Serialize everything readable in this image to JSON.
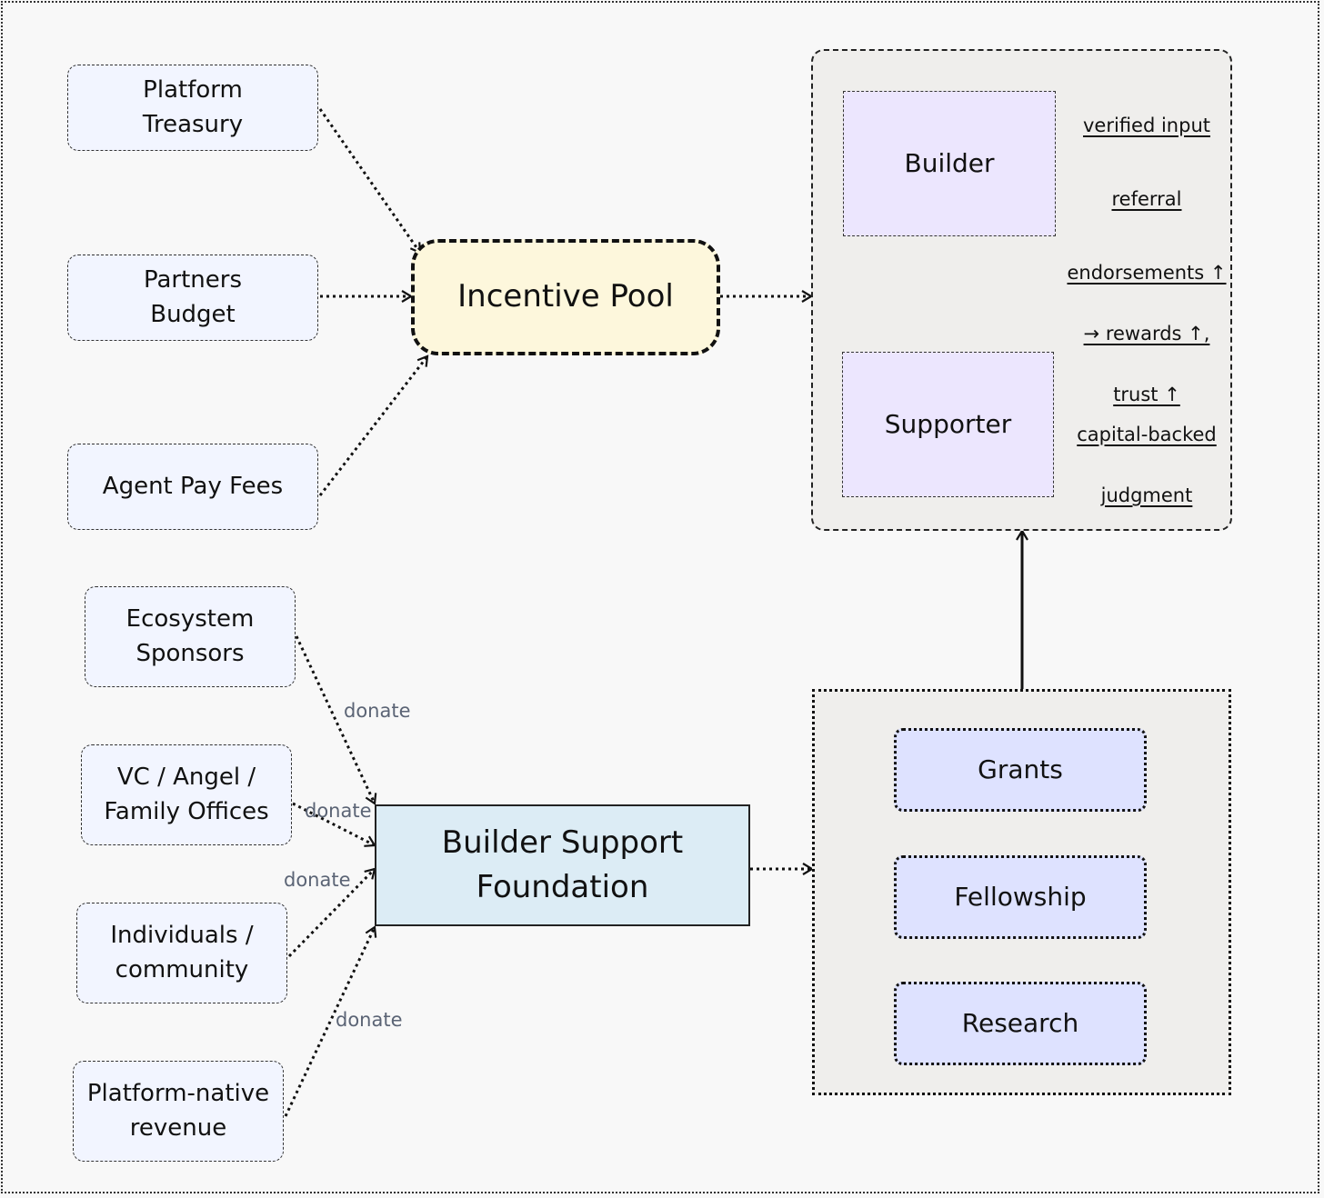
{
  "sources_pool": [
    {
      "label": "Platform\nTreasury"
    },
    {
      "label": "Partners\nBudget"
    },
    {
      "label": "Agent Pay Fees"
    }
  ],
  "incentive_pool": {
    "label": "Incentive Pool"
  },
  "roles_group": {
    "builder": {
      "label": "Builder"
    },
    "builder_notes": [
      "verified input",
      "referral",
      "endorsements ↑",
      "→ rewards ↑,",
      "trust ↑"
    ],
    "supporter": {
      "label": "Supporter"
    },
    "supporter_notes": [
      "capital-backed",
      "judgment"
    ]
  },
  "sources_foundation": [
    {
      "label": "Ecosystem\nSponsors"
    },
    {
      "label": "VC / Angel /\nFamily Offices"
    },
    {
      "label": "Individuals /\ncommunity"
    },
    {
      "label": "Platform-native\nrevenue"
    }
  ],
  "edge_labels": [
    "donate",
    "donate",
    "donate",
    "donate"
  ],
  "foundation": {
    "label": "Builder Support\nFoundation"
  },
  "programs": [
    {
      "label": "Grants"
    },
    {
      "label": "Fellowship"
    },
    {
      "label": "Research"
    }
  ],
  "colors": {
    "source_fill": "#f2f5ff",
    "pool_fill": "#fdf7dc",
    "group_fill": "#efeeec",
    "role_fill": "#ece6fe",
    "foundation_fill": "#dcecf5",
    "program_fill": "#dee2ff",
    "edge_label": "#5b6475"
  }
}
